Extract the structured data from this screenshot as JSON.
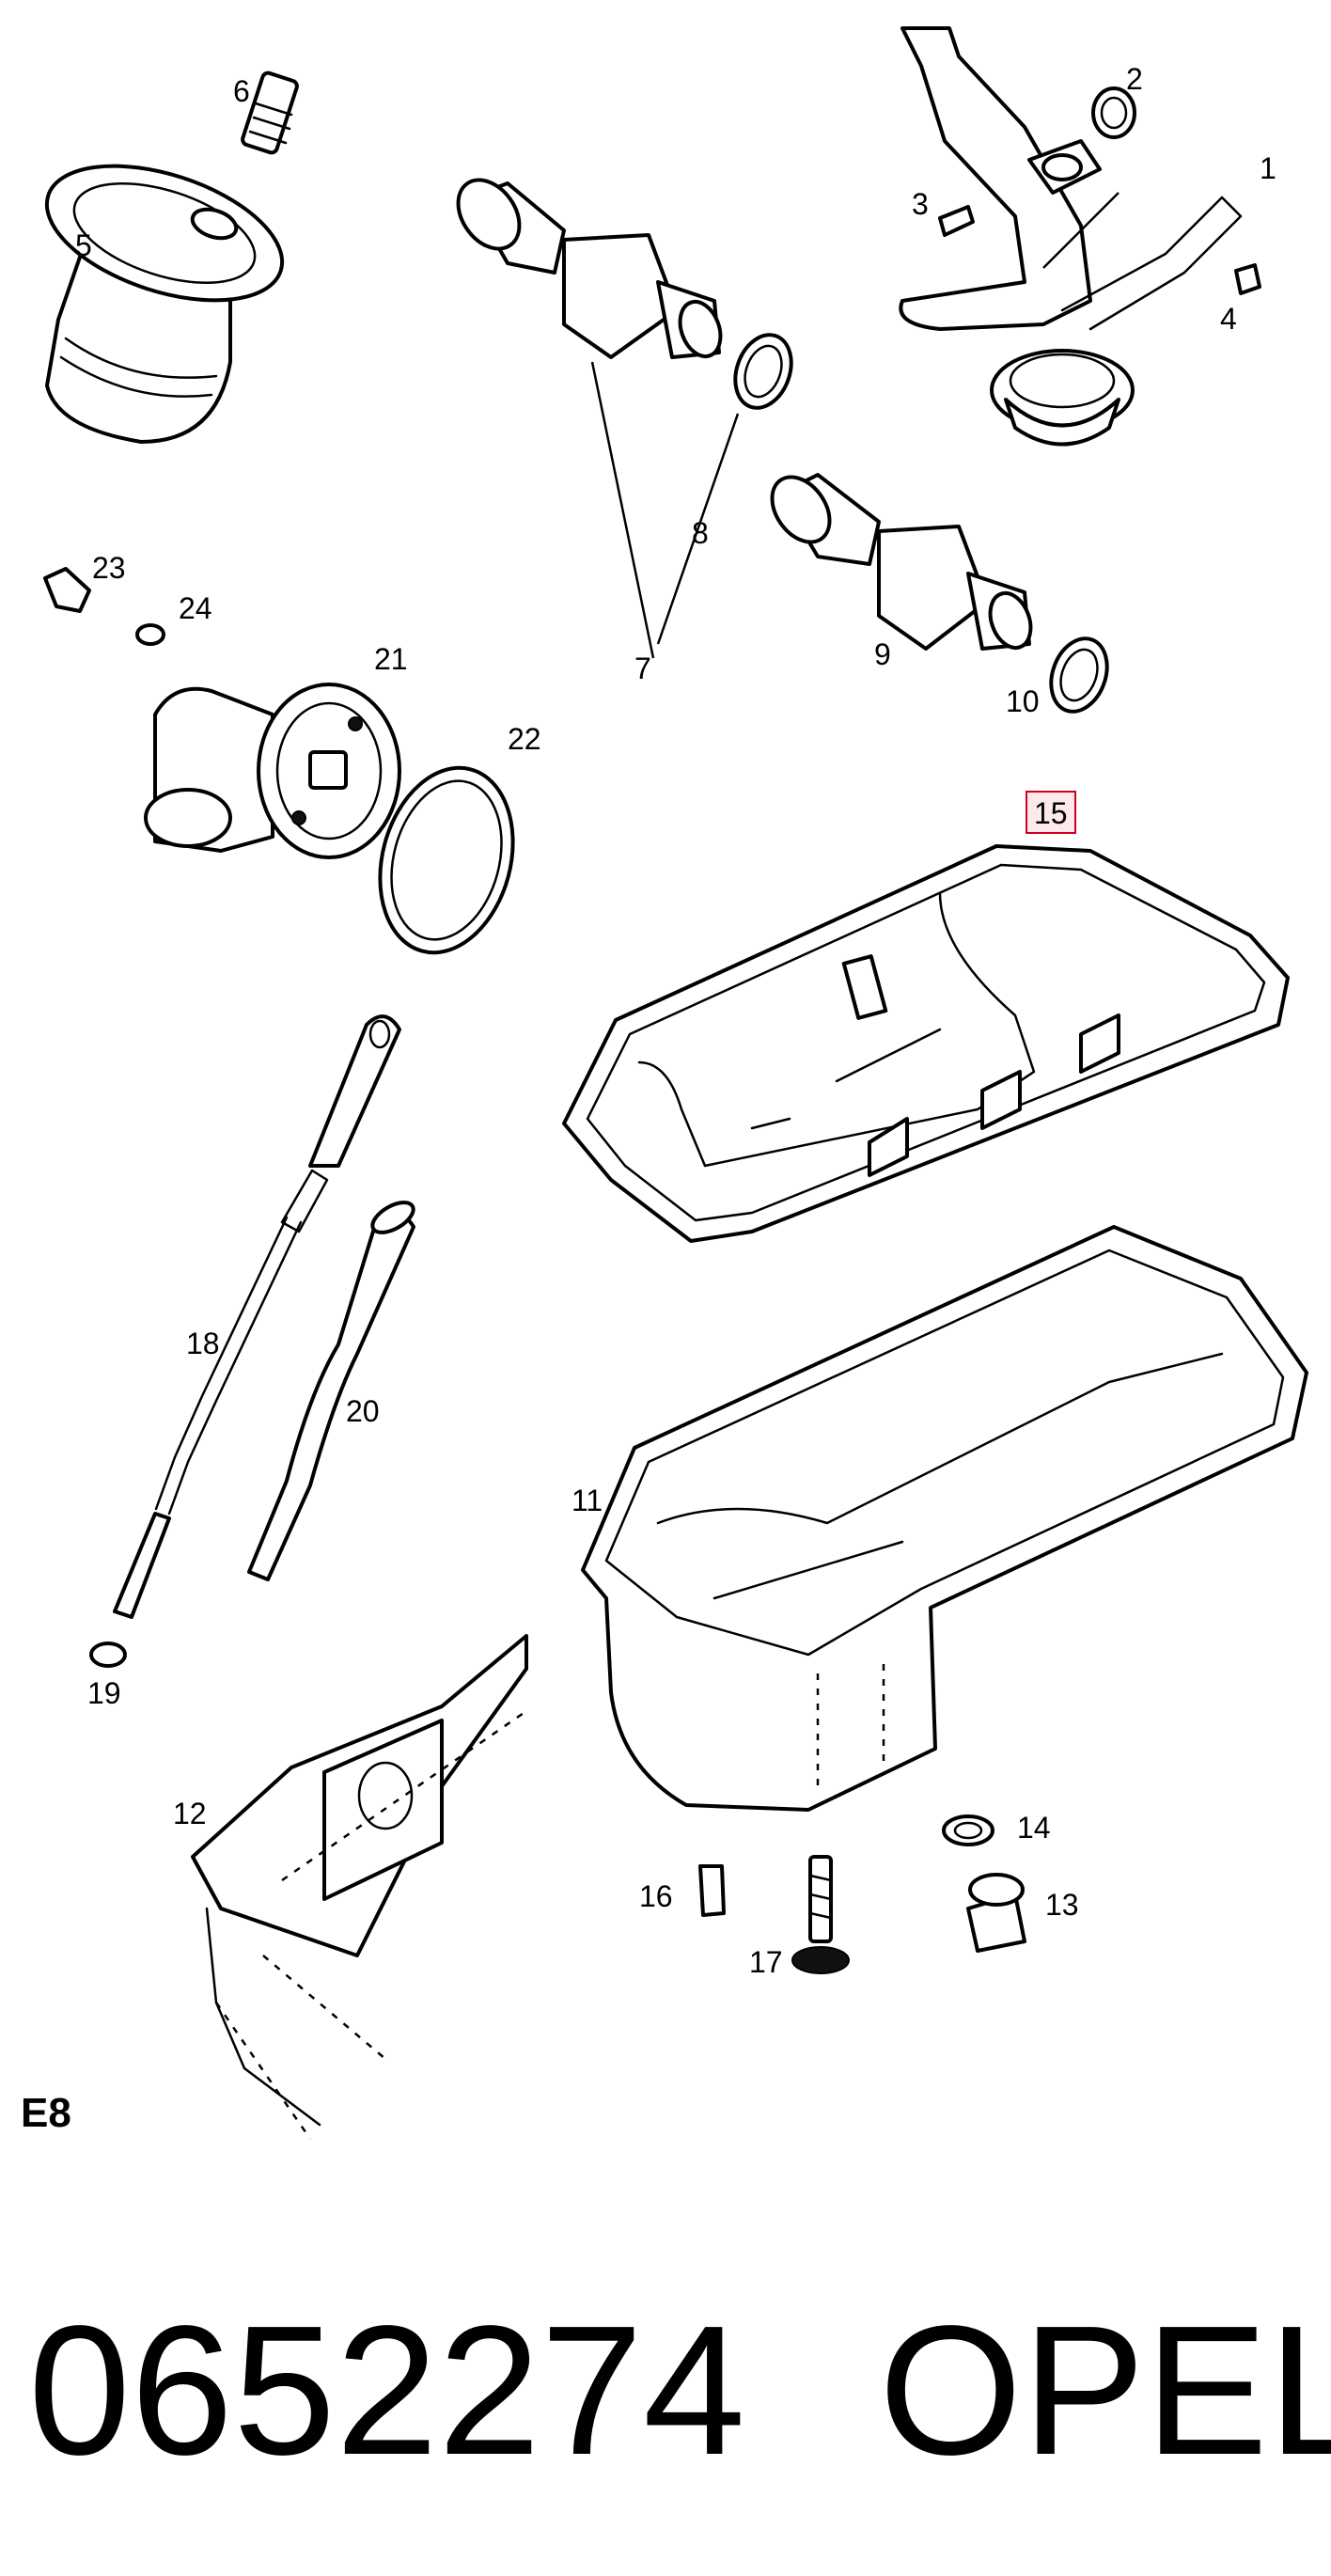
{
  "callouts": [
    {
      "id": "p1",
      "text": "1"
    },
    {
      "id": "p2",
      "text": "2"
    },
    {
      "id": "p3",
      "text": "3"
    },
    {
      "id": "p4",
      "text": "4"
    },
    {
      "id": "p5",
      "text": "5"
    },
    {
      "id": "p6",
      "text": "6"
    },
    {
      "id": "p7",
      "text": "7"
    },
    {
      "id": "p8",
      "text": "8"
    },
    {
      "id": "p9",
      "text": "9"
    },
    {
      "id": "p10",
      "text": "10"
    },
    {
      "id": "p11",
      "text": "11"
    },
    {
      "id": "p12",
      "text": "12"
    },
    {
      "id": "p13",
      "text": "13"
    },
    {
      "id": "p14",
      "text": "14"
    },
    {
      "id": "p15",
      "text": "15",
      "highlighted": true
    },
    {
      "id": "p16",
      "text": "16"
    },
    {
      "id": "p17",
      "text": "17"
    },
    {
      "id": "p18",
      "text": "18"
    },
    {
      "id": "p19",
      "text": "19"
    },
    {
      "id": "p20",
      "text": "20"
    },
    {
      "id": "p21",
      "text": "21"
    },
    {
      "id": "p22",
      "text": "22"
    },
    {
      "id": "p23",
      "text": "23"
    },
    {
      "id": "p24",
      "text": "24"
    }
  ],
  "section_code": "E8",
  "part_number": "0652274",
  "brand": "OPEL",
  "colors": {
    "line": "#000000",
    "highlight": "#d2001e",
    "background": "#ffffff"
  }
}
